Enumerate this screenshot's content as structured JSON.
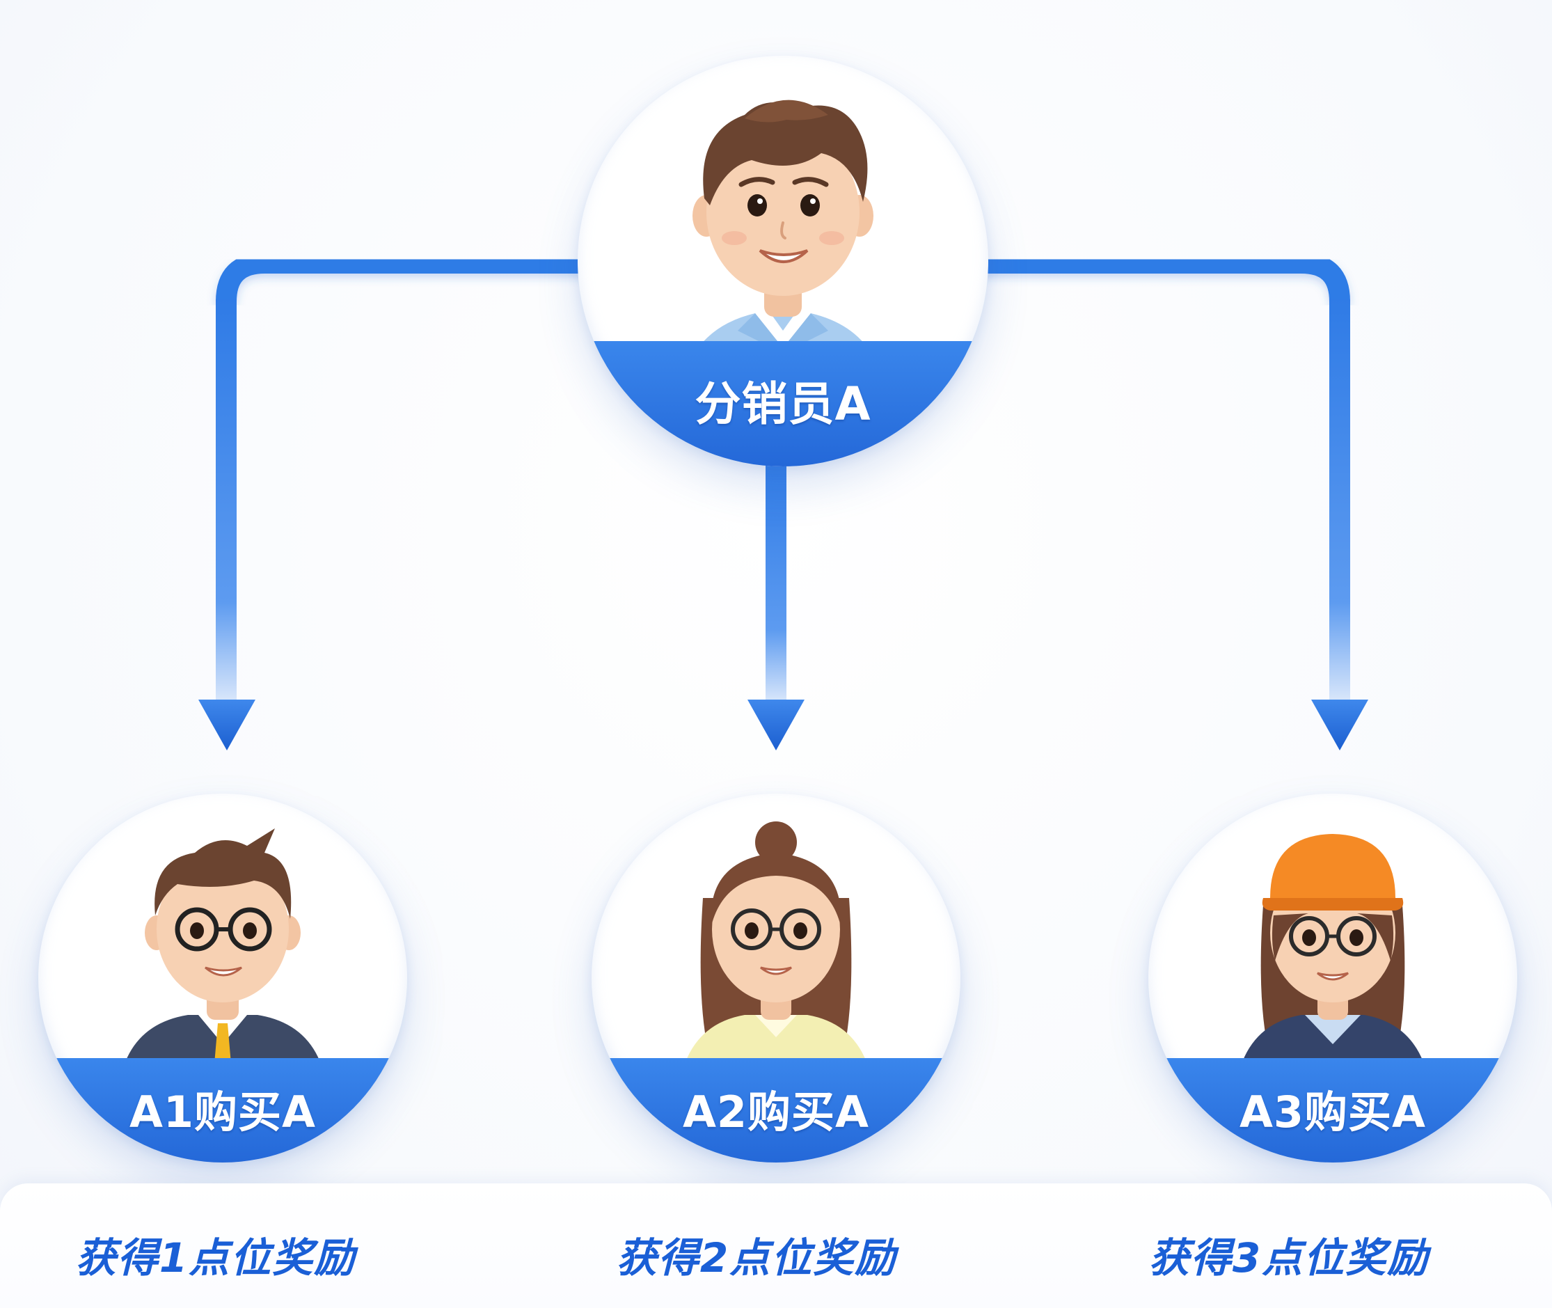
{
  "colors": {
    "accent_blue": "#2f7be6",
    "accent_blue_dark": "#1c5fd0",
    "reward_text": "#1a5fd6",
    "background": "#fbfcfe"
  },
  "distributor": {
    "label": "分销员A",
    "icon": "man-avatar-icon"
  },
  "buyers": [
    {
      "label": "A1购买A",
      "icon": "businessman-glasses-avatar-icon"
    },
    {
      "label": "A2购买A",
      "icon": "woman-glasses-avatar-icon"
    },
    {
      "label": "A3购买A",
      "icon": "woman-hardhat-avatar-icon"
    }
  ],
  "rewards": [
    {
      "label": "获得1点位奖励"
    },
    {
      "label": "获得2点位奖励"
    },
    {
      "label": "获得3点位奖励"
    }
  ]
}
